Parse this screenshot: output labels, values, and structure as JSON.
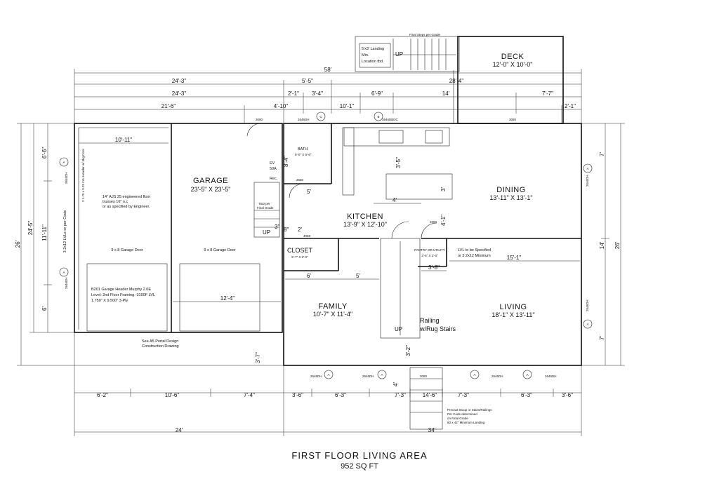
{
  "title": "FIRST FLOOR LIVING AREA",
  "subtitle": "952 SQ FT",
  "rooms": {
    "deck": {
      "name": "DECK",
      "size": "12'-0\" X 10'-0\""
    },
    "garage": {
      "name": "GARAGE",
      "size": "23'-5\" X 23'-5\""
    },
    "bath": {
      "name": "BATH",
      "size": "5'-0\" X 5'-6\""
    },
    "kitchen": {
      "name": "KITCHEN",
      "size": "13'-9\" X 12'-10\""
    },
    "dining": {
      "name": "DINING",
      "size": "13'-11\" X 13'-1\""
    },
    "closet": {
      "name": "CLOSET",
      "size": "5'-7\" X 2'-0\""
    },
    "pantry": {
      "name": "PANTRY OR UTILITY",
      "size": "3'-6\" X 2'-0\""
    },
    "family": {
      "name": "FAMILY",
      "size": "10'-7\" X 11'-4\""
    },
    "living": {
      "name": "LIVING",
      "size": "18'-1\" X 13'-11\""
    }
  },
  "notes": {
    "landing": [
      "5'x3' Landing",
      "Min.",
      "Location tbd."
    ],
    "final_steps": "Final Steps per Grade",
    "up": "UP",
    "ajs": [
      "14\" AJS 25 engineered floor",
      "trusses 16\" o.c",
      "or as specified by Engineer."
    ],
    "header_side": [
      "2 1.75 x 9.25 LVL Header w/ 5kg Door"
    ],
    "garage_door_left": "9 x 8 Garage Door",
    "garage_door_right": "9 x 8 Garage Door",
    "b201": [
      "B201 Garage Header Murphy 2.0E",
      "Level: 2nd Floor Framing -3100F LVL",
      "1.750\" X 9.500\" 3-Ply"
    ],
    "portal": [
      "See A5 Portal Design",
      "Construction Drawing"
    ],
    "lvl_spec": [
      "LVL to be Specified",
      "or 3 2x12 Minimum"
    ],
    "lvls_left": "3 2x12 LVLs or per Code",
    "railing": [
      "Railing",
      "w/Rug Stairs"
    ],
    "ev": [
      "EV",
      "50A",
      "Rec."
    ],
    "tbd": [
      "TBD per",
      "Final Grade"
    ],
    "precast": [
      "Precast Stoop or Stairs/Railings",
      "Per Code determined",
      "on Final Grade",
      "60 x 42\" Minimum Landing"
    ],
    "window_label": "2646DH",
    "window_label_b": "3646DBDC",
    "door_label": "3080",
    "door_label_b": "2660",
    "door_label_c": "4068",
    "door_label_d": "2660",
    "marker_a": "A",
    "marker_b": "B",
    "marker_c": "C"
  },
  "dims": {
    "total_top": "58'",
    "d_24_3a": "24'-3\"",
    "d_5_5": "5'-5\"",
    "d_28_4": "28'-4\"",
    "d_24_3b": "24'-3\"",
    "d_2_1": "2'-1\"",
    "d_3_4": "3'-4\"",
    "d_6_9": "6'-9\"",
    "d_14": "14'",
    "d_7_7": "7'-7\"",
    "d_21_6": "21'-6\"",
    "d_4_10": "4'-10\"",
    "d_10_1": "10'-1\"",
    "d_2_1b": "2'-1\"",
    "d_10_11": "10'-11\"",
    "d_12_4": "12'-4\"",
    "d_6_2": "6'-2\"",
    "d_10_6": "10'-6\"",
    "d_7_4": "7'-4\"",
    "d_3_6a": "3'-6\"",
    "d_6_3": "6'-3\"",
    "d_7_3a": "7'-3\"",
    "d_14_6": "14'-6\"",
    "d_7_3b": "7'-3\"",
    "d_6_3b": "6'-3\"",
    "d_3_6b": "3'-6\"",
    "d_24": "24'",
    "d_34": "34'",
    "d_26_left": "26'",
    "d_24_5": "24'-5\"",
    "d_11_11": "11'-11\"",
    "d_6_6": "6'-6\"",
    "d_6": "6'",
    "d_26_right": "26'",
    "d_14_right": "14'",
    "d_7a": "7'",
    "d_7b": "7'",
    "d_3_7": "3'-7\"",
    "d_3_2": "3'-2\"",
    "d_4": "4'",
    "d_4b": "4'",
    "d_3_5": "3'-5\"",
    "d_3": "3'",
    "d_4_1": "4'-1\"",
    "d_15_1": "15'-1\"",
    "d_6b": "6'",
    "d_5": "5'",
    "d_5b": "5'",
    "d_8": "8\"",
    "d_2": "2'",
    "d_3_8": "3'-8\"",
    "d_8_4": "8'-4\"",
    "d_3b": "3\""
  }
}
